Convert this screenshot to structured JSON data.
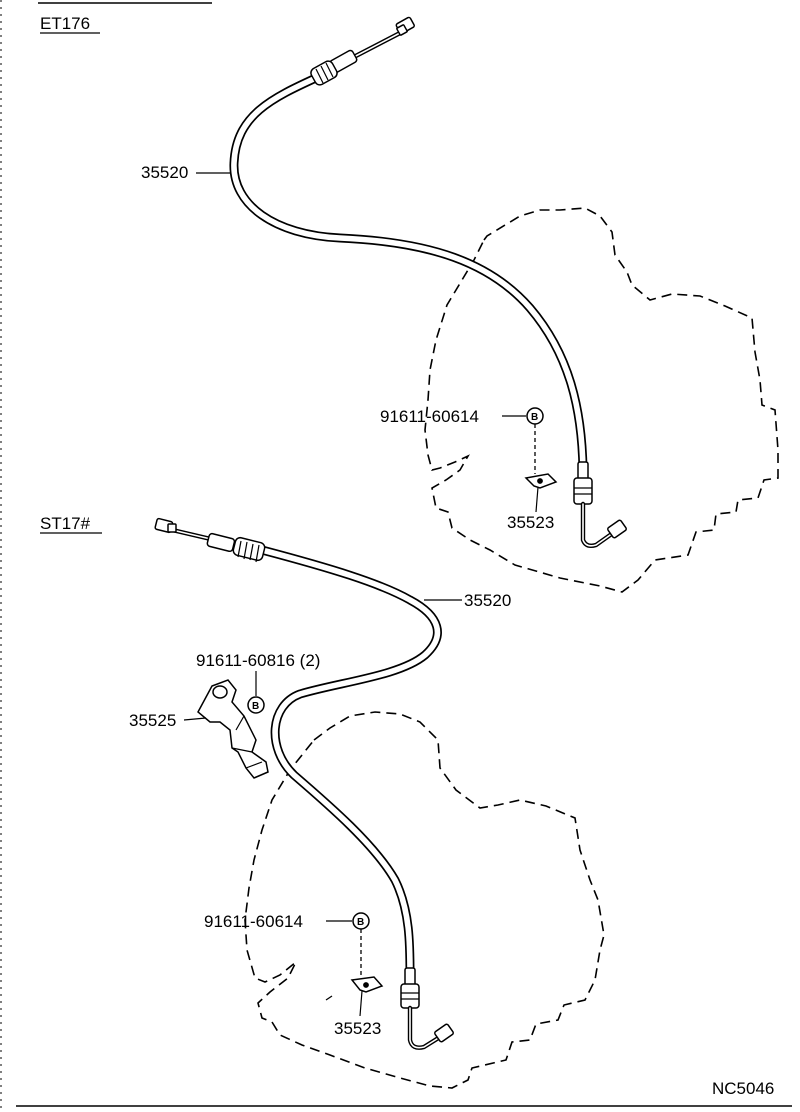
{
  "diagram": {
    "top_section": {
      "title": "ET176",
      "cable_part": "35520",
      "bolt_part": "91611-60614",
      "bolt_mark": "B",
      "bracket_part": "35523"
    },
    "bottom_section": {
      "title": "ST17#",
      "cable_part": "35520",
      "bracket_bolt_part": "91611-60816 (2)",
      "bracket_bolt_mark": "B",
      "bracket_part": "35525",
      "bolt_part": "91611-60614",
      "bolt_mark": "B",
      "clip_part": "35523"
    },
    "figure_code": "NC5046"
  }
}
